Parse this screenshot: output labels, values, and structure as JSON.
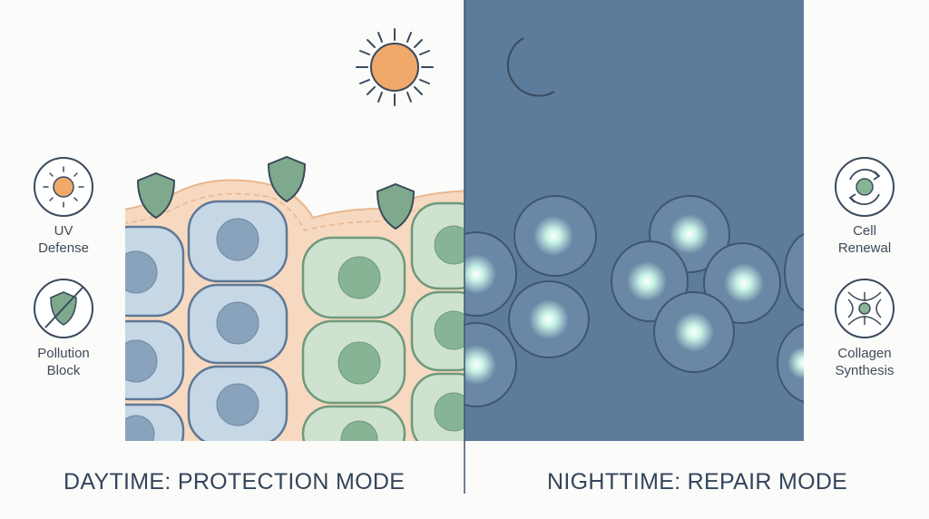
{
  "left_features": [
    {
      "line1": "UV",
      "line2": "Defense",
      "icon": "sun-icon"
    },
    {
      "line1": "Pollution",
      "line2": "Block",
      "icon": "shield-icon"
    }
  ],
  "right_features": [
    {
      "line1": "Cell",
      "line2": "Renewal",
      "icon": "cycle-icon"
    },
    {
      "line1": "Collagen",
      "line2": "Synthesis",
      "icon": "collagen-icon"
    }
  ],
  "captions": {
    "day": "DAYTIME: PROTECTION MODE",
    "night": "NIGHTTIME: REPAIR MODE"
  },
  "colors": {
    "night_bg": "#5d7b9b",
    "sun": "#f0a96a",
    "shield": "#7fa98d",
    "cell_blue": "#c6d7e6",
    "cell_green": "#cfe2cf",
    "glow": "#c8f3e6"
  }
}
